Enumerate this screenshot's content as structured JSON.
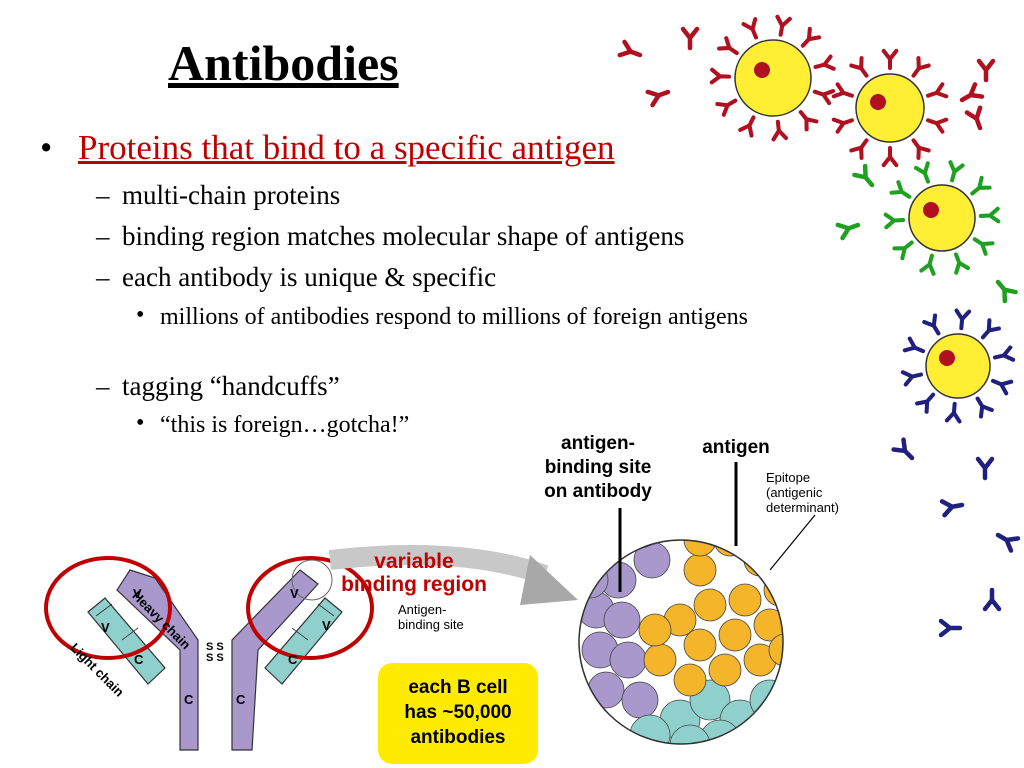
{
  "slide": {
    "title": "Antibodies",
    "bullet": "Proteins that bind to a specific antigen",
    "subpoints": [
      "multi-chain proteins",
      "binding region matches molecular shape of antigens",
      "each antibody is unique & specific",
      "tagging “handcuffs”"
    ],
    "subsub": [
      "millions of antibodies respond to millions of foreign antigens",
      "“this is foreign…gotcha!”"
    ],
    "bullet_glyph": "•",
    "dash_glyph": "–"
  },
  "diagram": {
    "antigen_binding_site_on_antibody": [
      "antigen-",
      "binding site",
      "on antibody"
    ],
    "antigen": "antigen",
    "epitope": [
      "Epitope",
      "(antigenic",
      "determinant)"
    ],
    "variable_binding_region": [
      "variable",
      "binding region"
    ],
    "antigen_binding_site": [
      "Antigen-",
      "binding site"
    ],
    "heavy_chain": "Heavy chain",
    "light_chain": "Light chain",
    "domain_v": "V",
    "domain_c": "C",
    "ss": "S S",
    "callout": [
      "each B cell",
      "has ~50,000",
      "antibodies"
    ],
    "colors": {
      "red_antibody": "#b01020",
      "green_antibody": "#20a020",
      "blue_antibody": "#202080",
      "cell": "#ffee33",
      "heavy_chain": "#a898cc",
      "light_chain": "#90d0cc",
      "antigen": "#f5b52a",
      "highlight_ring": "#c00000"
    }
  }
}
